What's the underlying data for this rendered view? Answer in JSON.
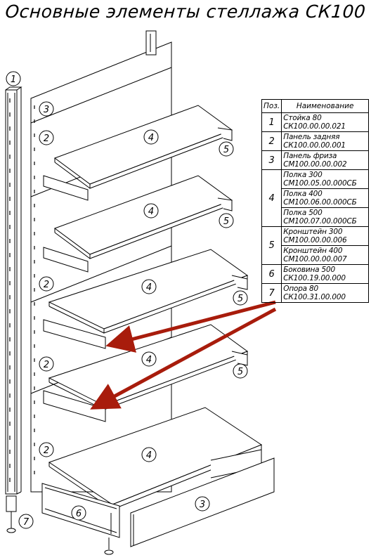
{
  "title": "Основные элементы стеллажа СК100",
  "table": {
    "header": {
      "pos": "Поз.",
      "name": "Наименование"
    },
    "rows": [
      {
        "pos": "1",
        "items": [
          {
            "name": "Стойка 80",
            "code": "СК100.00.00.021"
          }
        ]
      },
      {
        "pos": "2",
        "items": [
          {
            "name": "Панель задняя",
            "code": "СК100.00.00.001"
          }
        ]
      },
      {
        "pos": "3",
        "items": [
          {
            "name": "Панель фриза",
            "code": "СМ100.00.00.002"
          }
        ]
      },
      {
        "pos": "4",
        "items": [
          {
            "name": "Полка 300",
            "code": "СМ100.05.00.000СБ"
          },
          {
            "name": "Полка 400",
            "code": "СМ100.06.00.000СБ"
          },
          {
            "name": "Полка 500",
            "code": "СМ100.07.00.000СБ"
          }
        ]
      },
      {
        "pos": "5",
        "items": [
          {
            "name": "Кронштейн 300",
            "code": "СМ100.00.00.006"
          },
          {
            "name": "Кронштейн 400",
            "code": "СМ100.00.00.007"
          }
        ]
      },
      {
        "pos": "6",
        "items": [
          {
            "name": "Боковина 500",
            "code": "СК100.19.00.000"
          }
        ]
      },
      {
        "pos": "7",
        "items": [
          {
            "name": "Опора 80",
            "code": "СК100.31.00.000"
          }
        ]
      }
    ]
  },
  "callouts": [
    "1",
    "2",
    "3",
    "4",
    "5",
    "6",
    "7"
  ],
  "colors": {
    "line": "#000000",
    "arrow": "#a81c0c"
  }
}
